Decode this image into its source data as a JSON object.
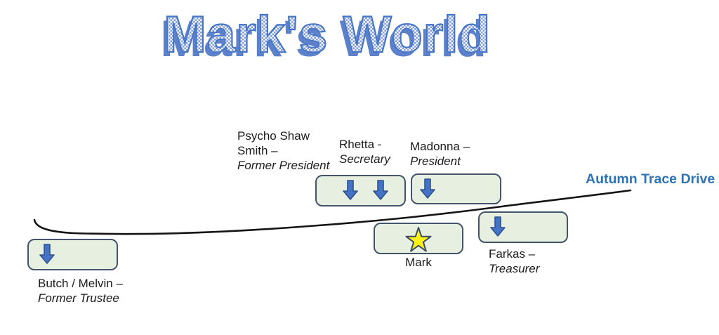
{
  "title": "Mark's World",
  "street": {
    "label": "Autumn Trace Drive",
    "label_color": "#2e74b5",
    "road_color": "#141414"
  },
  "people": {
    "psycho": {
      "line1": "Psycho Shaw",
      "line2": "Smith –",
      "role": "Former President"
    },
    "rhetta": {
      "line1": "Rhetta -",
      "role": "Secretary"
    },
    "madonna": {
      "line1": "Madonna –",
      "role": "President"
    },
    "farkas": {
      "line1": "Farkas –",
      "role": "Treasurer"
    },
    "mark": {
      "line1": "Mark"
    },
    "butch": {
      "line1": "Butch / Melvin –",
      "role": "Former Trustee"
    }
  },
  "houses": [
    {
      "id": "shaw-rhetta",
      "marker": "arrows",
      "arrow_count": 2
    },
    {
      "id": "madonna",
      "marker": "arrows",
      "arrow_count": 1
    },
    {
      "id": "farkas",
      "marker": "arrows",
      "arrow_count": 1
    },
    {
      "id": "mark",
      "marker": "star",
      "arrow_count": 0
    },
    {
      "id": "butch-melvin",
      "marker": "arrows",
      "arrow_count": 1
    }
  ],
  "icons": {
    "down_arrow": "down-arrow-icon",
    "star": "star-icon"
  },
  "colors": {
    "box_fill": "#e7f0e0",
    "box_border": "#44546a",
    "arrow_fill": "#4472c4",
    "arrow_stroke": "#2f528f",
    "star_fill": "#fff315",
    "star_stroke": "#3f4d66",
    "title_blue": "#4876c6",
    "text": "#1b1b1b"
  }
}
